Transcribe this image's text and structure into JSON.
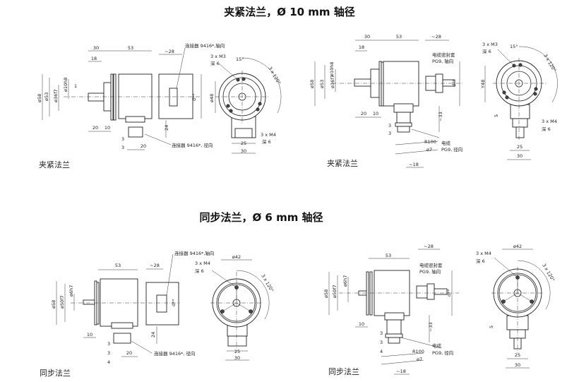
{
  "titles": {
    "clamp": "夹紧法兰，Ø 10 mm 轴径",
    "sync": "同步法兰，Ø 6 mm 轴径"
  },
  "captions": {
    "clamp": "夹紧法兰",
    "sync": "同步法兰"
  },
  "labels": {
    "d30": "30",
    "d53": "53",
    "d28": "~28",
    "d18": "18",
    "d20": "20",
    "d10": "10",
    "d3": "3",
    "d4": "4",
    "d24": "24",
    "d25": "25",
    "d33": "~33",
    "d5": "5",
    "d18b": "~18",
    "dia58": "ø58",
    "dia53": "ø53",
    "dia36": "ø36f7",
    "dia10": "ø10h8",
    "dia48": "ø48",
    "y48": "Y48",
    "dia50": "ø50f7",
    "dia6": "ø6h7",
    "dia42": "ø42",
    "dstar": "d**",
    "one": "1",
    "m3": "3 x M3",
    "m4": "3 x M4",
    "depth": "深 6",
    "a15": "15°",
    "a120": "3 x 120°",
    "conn_axial": "连接器 9416*,轴向",
    "conn_radial": "连接器 9416*, 径向",
    "gland_axial_1": "电缆密封套",
    "gland_axial_2": "PG9, 轴向",
    "cable_1": "电缆",
    "cable_2": "PG9, 径向",
    "r100": "R100",
    "dia7": "ø7"
  }
}
